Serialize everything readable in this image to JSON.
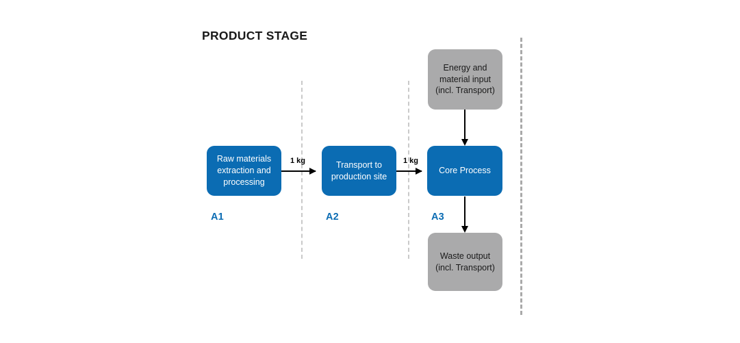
{
  "diagram": {
    "title": "PRODUCT STAGE",
    "colors": {
      "process_blue": "#0b6cb3",
      "support_gray": "#aaaaab",
      "stage_code_blue": "#0b6cb3",
      "arrow_black": "#000000",
      "divider_light_gray": "#c9c9c9",
      "divider_heavy_gray": "#a9a9a9",
      "background": "#ffffff"
    },
    "nodes": [
      {
        "id": "a1-node",
        "label": "Raw materials\nextraction and\nprocessing",
        "type": "process"
      },
      {
        "id": "a2-node",
        "label": "Transport to\nproduction site",
        "type": "process"
      },
      {
        "id": "a3-node",
        "label": "Core Process",
        "type": "process"
      },
      {
        "id": "energy-input-node",
        "label": "Energy and\nmaterial input\n(incl. Transport)",
        "type": "support"
      },
      {
        "id": "waste-output-node",
        "label": "Waste output\n(incl. Transport)",
        "type": "support"
      }
    ],
    "stage_codes": [
      {
        "id": "a1",
        "label": "A1"
      },
      {
        "id": "a2",
        "label": "A2"
      },
      {
        "id": "a3",
        "label": "A3"
      }
    ],
    "flow_labels": [
      {
        "id": "a1-to-a2",
        "label": "1 kg"
      },
      {
        "id": "a2-to-a3",
        "label": "1 kg"
      }
    ]
  }
}
